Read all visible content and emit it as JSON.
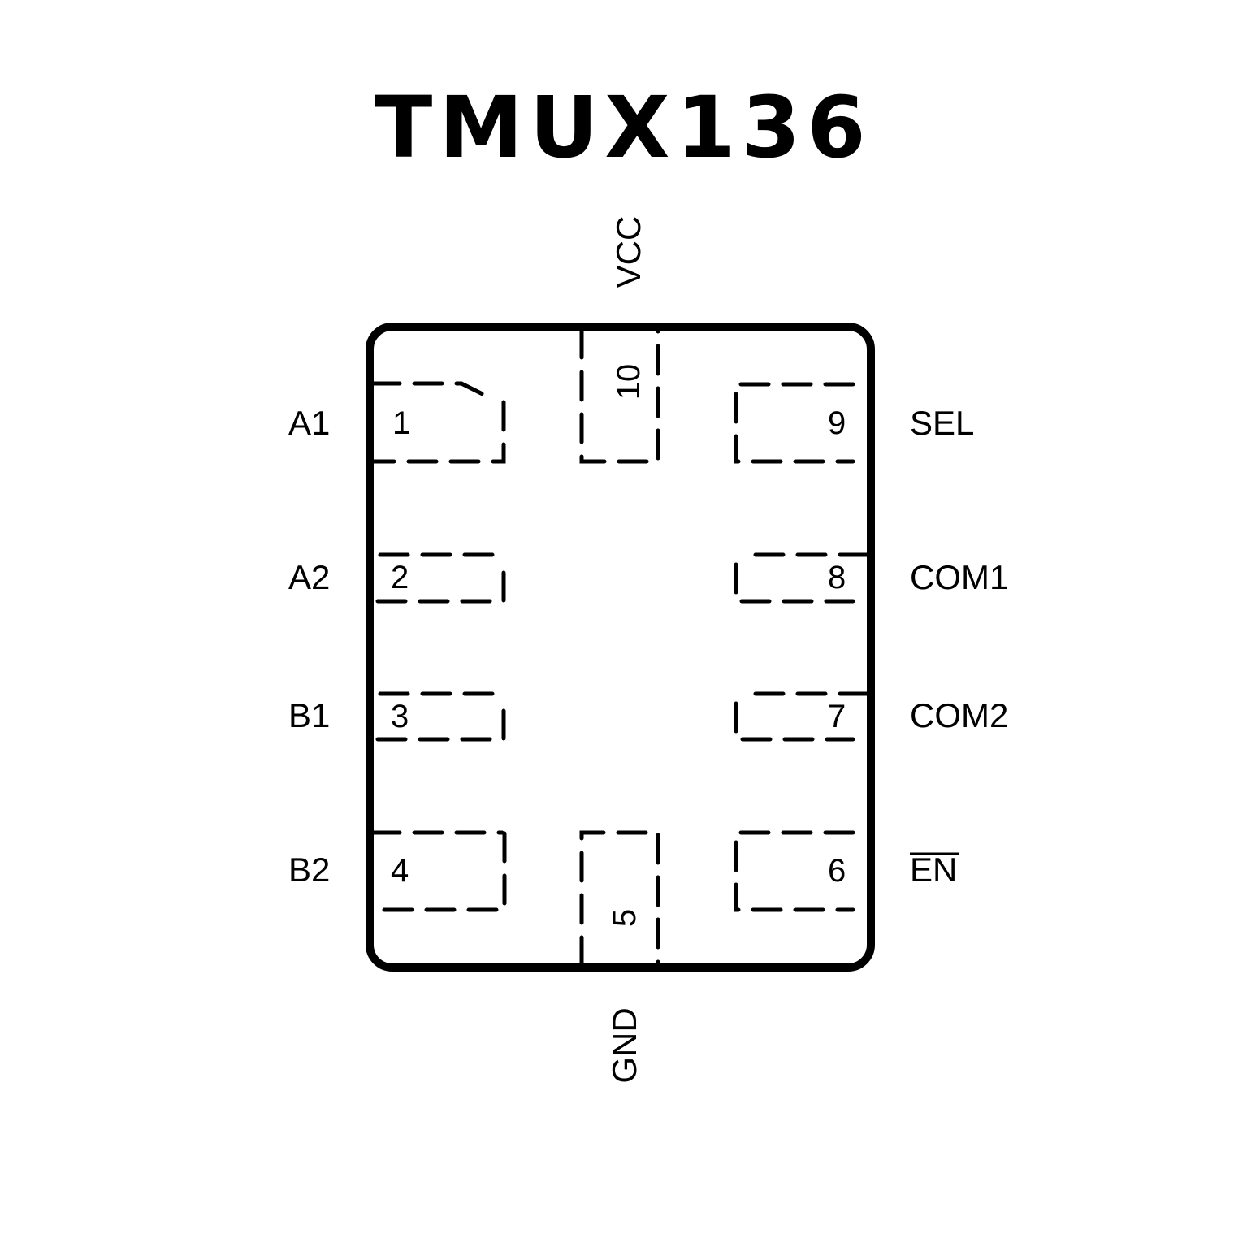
{
  "title": "TMUX136",
  "package": {
    "outline_color": "#000000",
    "background_color": "#ffffff"
  },
  "pins": [
    {
      "number": "1",
      "name": "A1",
      "side": "left"
    },
    {
      "number": "2",
      "name": "A2",
      "side": "left"
    },
    {
      "number": "3",
      "name": "B1",
      "side": "left"
    },
    {
      "number": "4",
      "name": "B2",
      "side": "left"
    },
    {
      "number": "5",
      "name": "GND",
      "side": "bottom"
    },
    {
      "number": "6",
      "name": "EN",
      "side": "right",
      "overbar": true
    },
    {
      "number": "7",
      "name": "COM2",
      "side": "right"
    },
    {
      "number": "8",
      "name": "COM1",
      "side": "right"
    },
    {
      "number": "9",
      "name": "SEL",
      "side": "right"
    },
    {
      "number": "10",
      "name": "VCC",
      "side": "top"
    }
  ]
}
